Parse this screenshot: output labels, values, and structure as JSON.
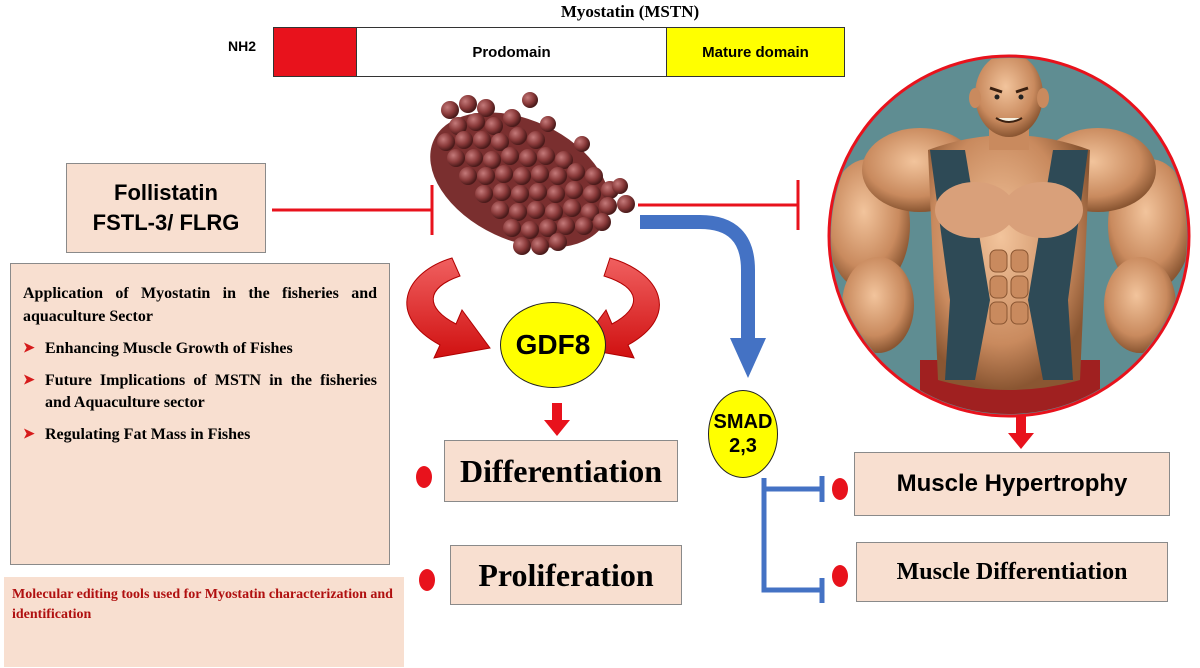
{
  "header": {
    "title": "Myostatin (MSTN)",
    "nh2_label": "NH2",
    "prodomain_label": "Prodomain",
    "mature_label": "Mature domain"
  },
  "follistatin": {
    "line1": "Follistatin",
    "line2": "FSTL-3/ FLRG"
  },
  "application": {
    "title": "Application of Myostatin in the fisheries and aquaculture Sector",
    "items": [
      "Enhancing Muscle Growth of Fishes",
      "Future Implications of MSTN in the fisheries and Aquaculture sector",
      "Regulating Fat Mass in Fishes"
    ]
  },
  "molecular_tools": "Molecular editing tools used for Myostatin characterization and identification",
  "gdf8_label": "GDF8",
  "smad": {
    "line1": "SMAD",
    "line2": "2,3"
  },
  "outcomes": {
    "differentiation": "Differentiation",
    "proliferation": "Proliferation",
    "muscle_hypertrophy": "Muscle Hypertrophy",
    "muscle_differentiation": "Muscle Differentiation"
  },
  "colors": {
    "red": "#e8121c",
    "blue": "#4472c4",
    "yellow": "#ffff00",
    "peach": "#f8dfd0",
    "protein": "#8a3a3a"
  },
  "icons": {
    "protein": "myostatin-protein-structure",
    "muscleman": "muscular-man-illustration"
  }
}
